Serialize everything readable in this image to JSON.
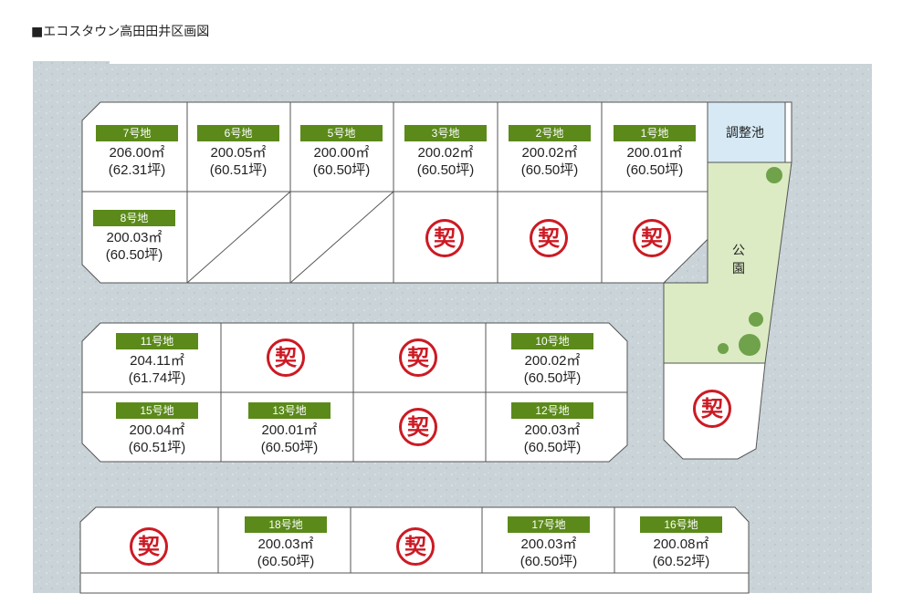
{
  "title": "■エコスタウン高田田井区画図",
  "contract_mark": "契",
  "pond_label": "調整池",
  "park_label_1": "公",
  "park_label_2": "園",
  "colors": {
    "road": "#c9d3d8",
    "park": "#dcebc4",
    "pond": "#d6e9f5",
    "tag": "#5b8a1a",
    "seal": "#cc1a24"
  },
  "lots": [
    {
      "id": "7",
      "label": "7号地",
      "area": "206.00㎡",
      "tsubo": "(62.31坪)"
    },
    {
      "id": "6",
      "label": "6号地",
      "area": "200.05㎡",
      "tsubo": "(60.51坪)"
    },
    {
      "id": "5",
      "label": "5号地",
      "area": "200.00㎡",
      "tsubo": "(60.50坪)"
    },
    {
      "id": "3",
      "label": "3号地",
      "area": "200.02㎡",
      "tsubo": "(60.50坪)"
    },
    {
      "id": "2",
      "label": "2号地",
      "area": "200.02㎡",
      "tsubo": "(60.50坪)"
    },
    {
      "id": "1",
      "label": "1号地",
      "area": "200.01㎡",
      "tsubo": "(60.50坪)"
    },
    {
      "id": "8",
      "label": "8号地",
      "area": "200.03㎡",
      "tsubo": "(60.50坪)"
    },
    {
      "id": "11",
      "label": "11号地",
      "area": "204.11㎡",
      "tsubo": "(61.74坪)"
    },
    {
      "id": "10",
      "label": "10号地",
      "area": "200.02㎡",
      "tsubo": "(60.50坪)"
    },
    {
      "id": "15",
      "label": "15号地",
      "area": "200.04㎡",
      "tsubo": "(60.51坪)"
    },
    {
      "id": "13",
      "label": "13号地",
      "area": "200.01㎡",
      "tsubo": "(60.50坪)"
    },
    {
      "id": "12",
      "label": "12号地",
      "area": "200.03㎡",
      "tsubo": "(60.50坪)"
    },
    {
      "id": "18",
      "label": "18号地",
      "area": "200.03㎡",
      "tsubo": "(60.50坪)"
    },
    {
      "id": "17",
      "label": "17号地",
      "area": "200.03㎡",
      "tsubo": "(60.50坪)"
    },
    {
      "id": "16",
      "label": "16号地",
      "area": "200.08㎡",
      "tsubo": "(60.52坪)"
    }
  ]
}
